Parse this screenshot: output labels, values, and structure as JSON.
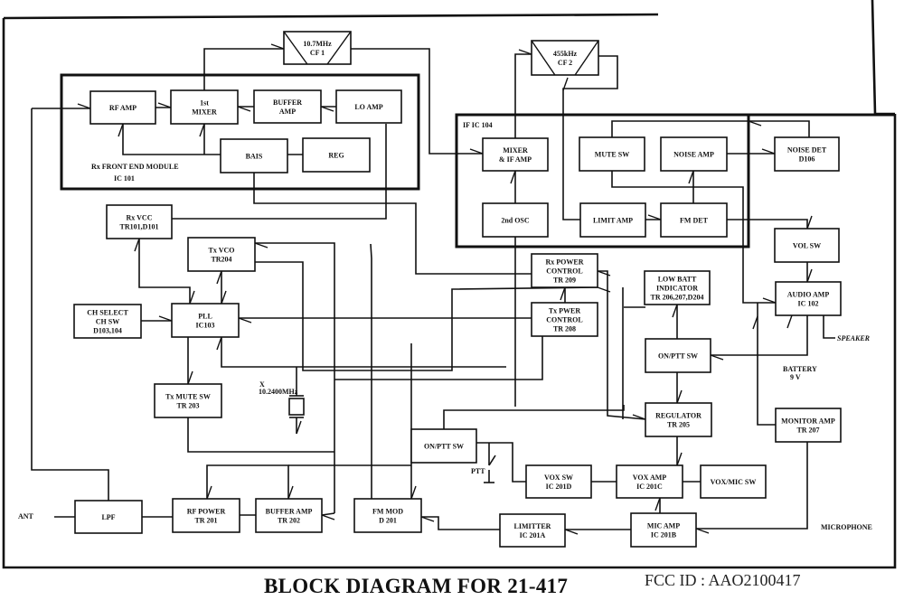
{
  "title": "BLOCK DIAGRAM FOR 21-417",
  "fcc_id": "FCC ID : AAO2100417",
  "modules": {
    "rx_front_end": {
      "label_line1": "Rx FRONT END MODULE",
      "label_line2": "IC 101"
    },
    "if_ic": {
      "label": "IF IC 104"
    }
  },
  "blocks": {
    "cf1": [
      "10.7MHz",
      "CF 1"
    ],
    "cf2": [
      "455kHz",
      "CF 2"
    ],
    "rf_amp": [
      "RF AMP"
    ],
    "first_mixer": [
      "1st",
      "MIXER"
    ],
    "buffer_amp_rx": [
      "BUFFER",
      "AMP"
    ],
    "lo_amp": [
      "LO AMP"
    ],
    "bais": [
      "BAIS"
    ],
    "reg": [
      "REG"
    ],
    "mixer_if_amp": [
      "MIXER",
      "& IF AMP"
    ],
    "second_osc": [
      "2nd OSC"
    ],
    "mute_sw": [
      "MUTE SW"
    ],
    "noise_amp": [
      "NOISE AMP"
    ],
    "limit_amp": [
      "LIMIT AMP"
    ],
    "fm_det": [
      "FM DET"
    ],
    "noise_det": [
      "NOISE DET",
      "D106"
    ],
    "vol_sw": [
      "VOL SW"
    ],
    "audio_amp": [
      "AUDIO AMP",
      "IC 102"
    ],
    "rx_vcc": [
      "Rx VCC",
      "TR101,D101"
    ],
    "tx_vco": [
      "Tx VCO",
      "TR204"
    ],
    "ch_select": [
      "CH SELECT",
      "CH SW",
      "D103,104"
    ],
    "pll": [
      "PLL",
      "IC103"
    ],
    "tx_mute_sw": [
      "Tx MUTE SW",
      "TR 203"
    ],
    "rx_power_control": [
      "Rx POWER",
      "CONTROL",
      "TR 209"
    ],
    "tx_power_control": [
      "Tx PWER",
      "CONTROL",
      "TR 208"
    ],
    "low_batt": [
      "LOW BATT",
      "INDICATOR",
      "TR 206,207,D204"
    ],
    "on_ptt_sw_main": [
      "ON/PTT SW"
    ],
    "regulator": [
      "REGULATOR",
      "TR 205"
    ],
    "monitor_amp": [
      "MONITOR AMP",
      "TR 207"
    ],
    "on_ptt_sw_vox": [
      "ON/PTT SW"
    ],
    "vox_sw": [
      "VOX SW",
      "IC 201D"
    ],
    "vox_amp": [
      "VOX AMP",
      "IC 201C"
    ],
    "vox_mic_sw": [
      "VOX/MIC SW"
    ],
    "lpf": [
      "LPF"
    ],
    "rf_power": [
      "RF POWER",
      "TR 201"
    ],
    "buffer_amp_tx": [
      "BUFFER AMP",
      "TR 202"
    ],
    "fm_mod": [
      "FM MOD",
      "D 201"
    ],
    "limitter": [
      "LIMITTER",
      "IC 201A"
    ],
    "mic_amp": [
      "MIC AMP",
      "IC 201B"
    ]
  },
  "labels": {
    "ant": "ANT",
    "speaker": "SPEAKER",
    "battery_1": "BATTERY",
    "battery_2": "9 V",
    "microphone": "MICROPHONE",
    "ptt": "PTT",
    "crystal_1": "X",
    "crystal_2": "10.2400MHz"
  }
}
